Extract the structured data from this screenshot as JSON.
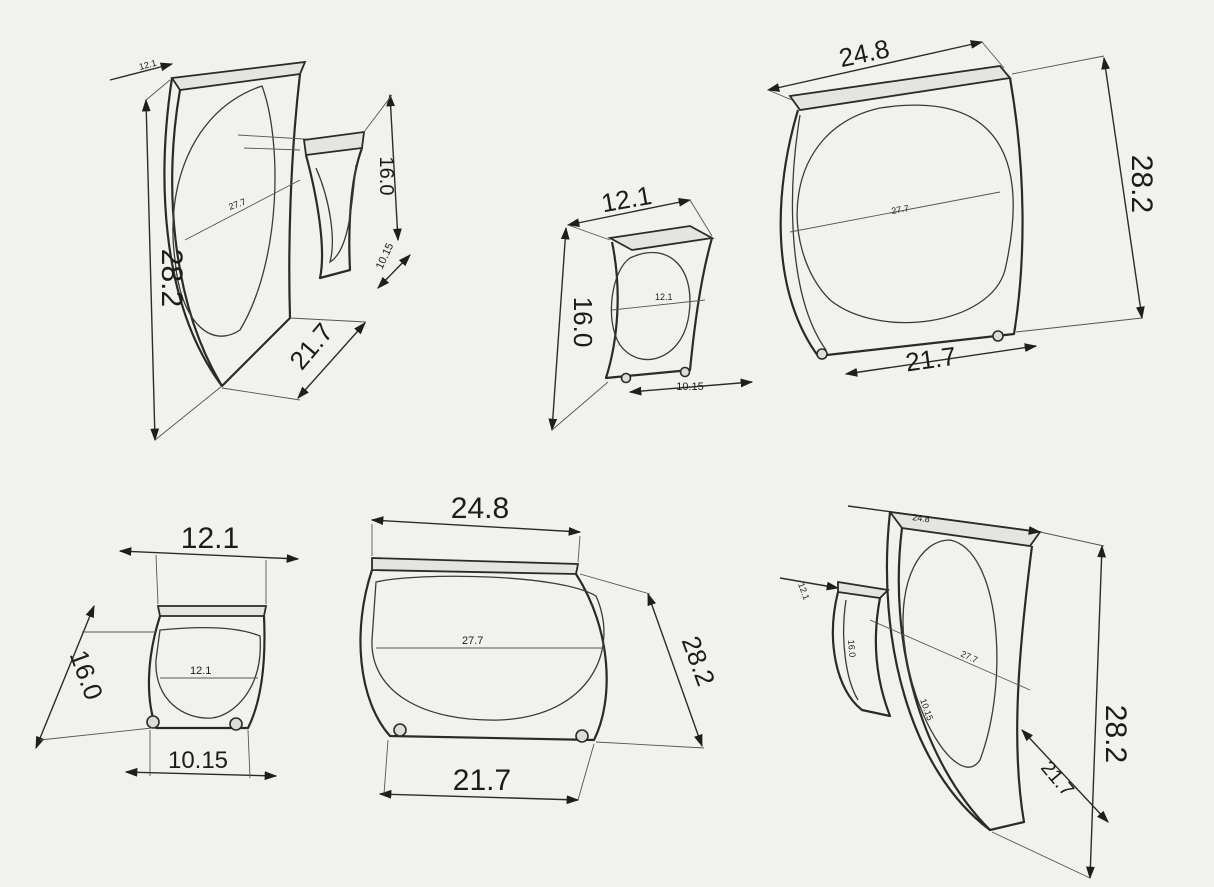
{
  "dims": {
    "v1_depth": "21.7",
    "v1_height": "28.2",
    "v1_inner": "27.7",
    "v1_small_height": "16.0",
    "v1_small_depth": "10.15",
    "v1_small_width": "12.1",
    "v2_width": "12.1",
    "v2_height": "16.0",
    "v2_depth": "10.15",
    "v2_inner": "12.1",
    "v3_width": "24.8",
    "v3_height": "28.2",
    "v3_inner": "27.7",
    "v3_depth": "21.7",
    "v4_width": "12.1",
    "v4_height": "16.0",
    "v4_inner": "12.1",
    "v4_depth": "10.15",
    "v5_width": "24.8",
    "v5_height": "28.2",
    "v5_inner": "27.7",
    "v5_depth": "21.7",
    "v6_width": "24.8",
    "v6_height": "28.2",
    "v6_depth": "21.7",
    "v6_inner": "27.7",
    "v6_small_width": "12.1",
    "v6_small_height": "16.0",
    "v6_small_depth": "10.15"
  }
}
